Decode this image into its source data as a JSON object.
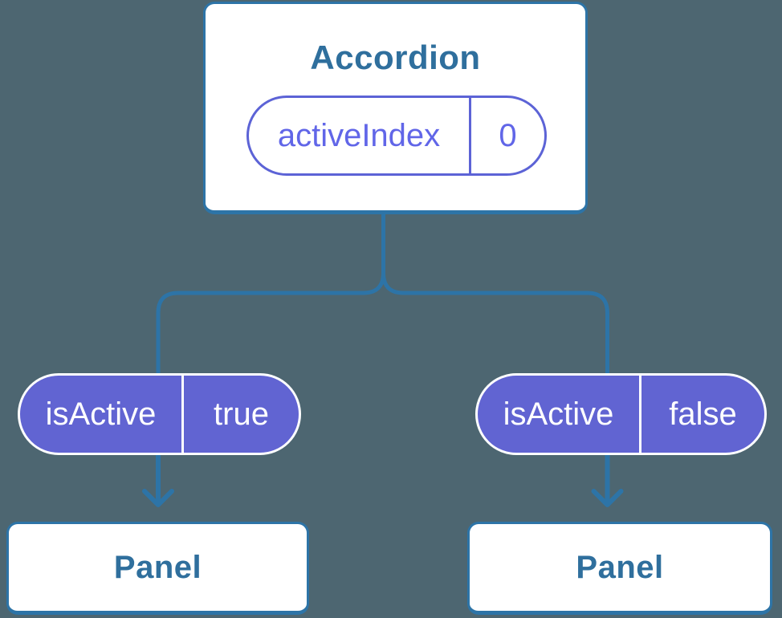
{
  "diagram": {
    "description": "React component tree: Accordion parent with activeIndex state passing isActive props to two Panel children",
    "root": {
      "title": "Accordion",
      "state": {
        "name": "activeIndex",
        "value": "0"
      }
    },
    "props": {
      "left": {
        "name": "isActive",
        "value": "true"
      },
      "right": {
        "name": "isActive",
        "value": "false"
      }
    },
    "children": {
      "left": {
        "title": "Panel"
      },
      "right": {
        "title": "Panel"
      }
    }
  },
  "colors": {
    "background": "#4d6671",
    "connector_blue": "#2d74a7",
    "node_fill": "#ffffff",
    "node_title_text": "#2f6f9d",
    "state_accent_purple": "#5c63d6",
    "state_text_purple": "#6166e8",
    "prop_fill_purple": "#6164d2",
    "prop_text": "#ffffff"
  }
}
